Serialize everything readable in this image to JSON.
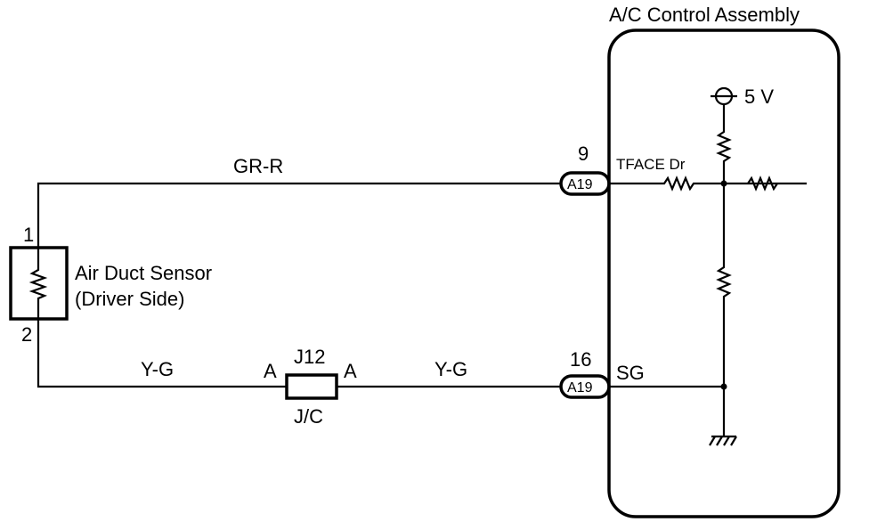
{
  "assembly": {
    "title": "A/C Control Assembly"
  },
  "power": {
    "label": "5 V"
  },
  "sensor": {
    "name_line1": "Air Duct Sensor",
    "name_line2": "(Driver Side)",
    "pin_top": "1",
    "pin_bottom": "2"
  },
  "wires": {
    "top_color": "GR-R",
    "bottom_left_color": "Y-G",
    "bottom_right_color": "Y-G"
  },
  "junction": {
    "id": "J12",
    "type": "J/C",
    "terminal_left": "A",
    "terminal_right": "A"
  },
  "connectors": {
    "top": {
      "pin": "9",
      "id": "A19",
      "signal": "TFACE Dr"
    },
    "bottom": {
      "pin": "16",
      "id": "A19",
      "signal": "SG"
    }
  },
  "icons": [
    "resistor-icon",
    "ground-icon",
    "power-terminal-icon",
    "junction-dot-icon"
  ]
}
